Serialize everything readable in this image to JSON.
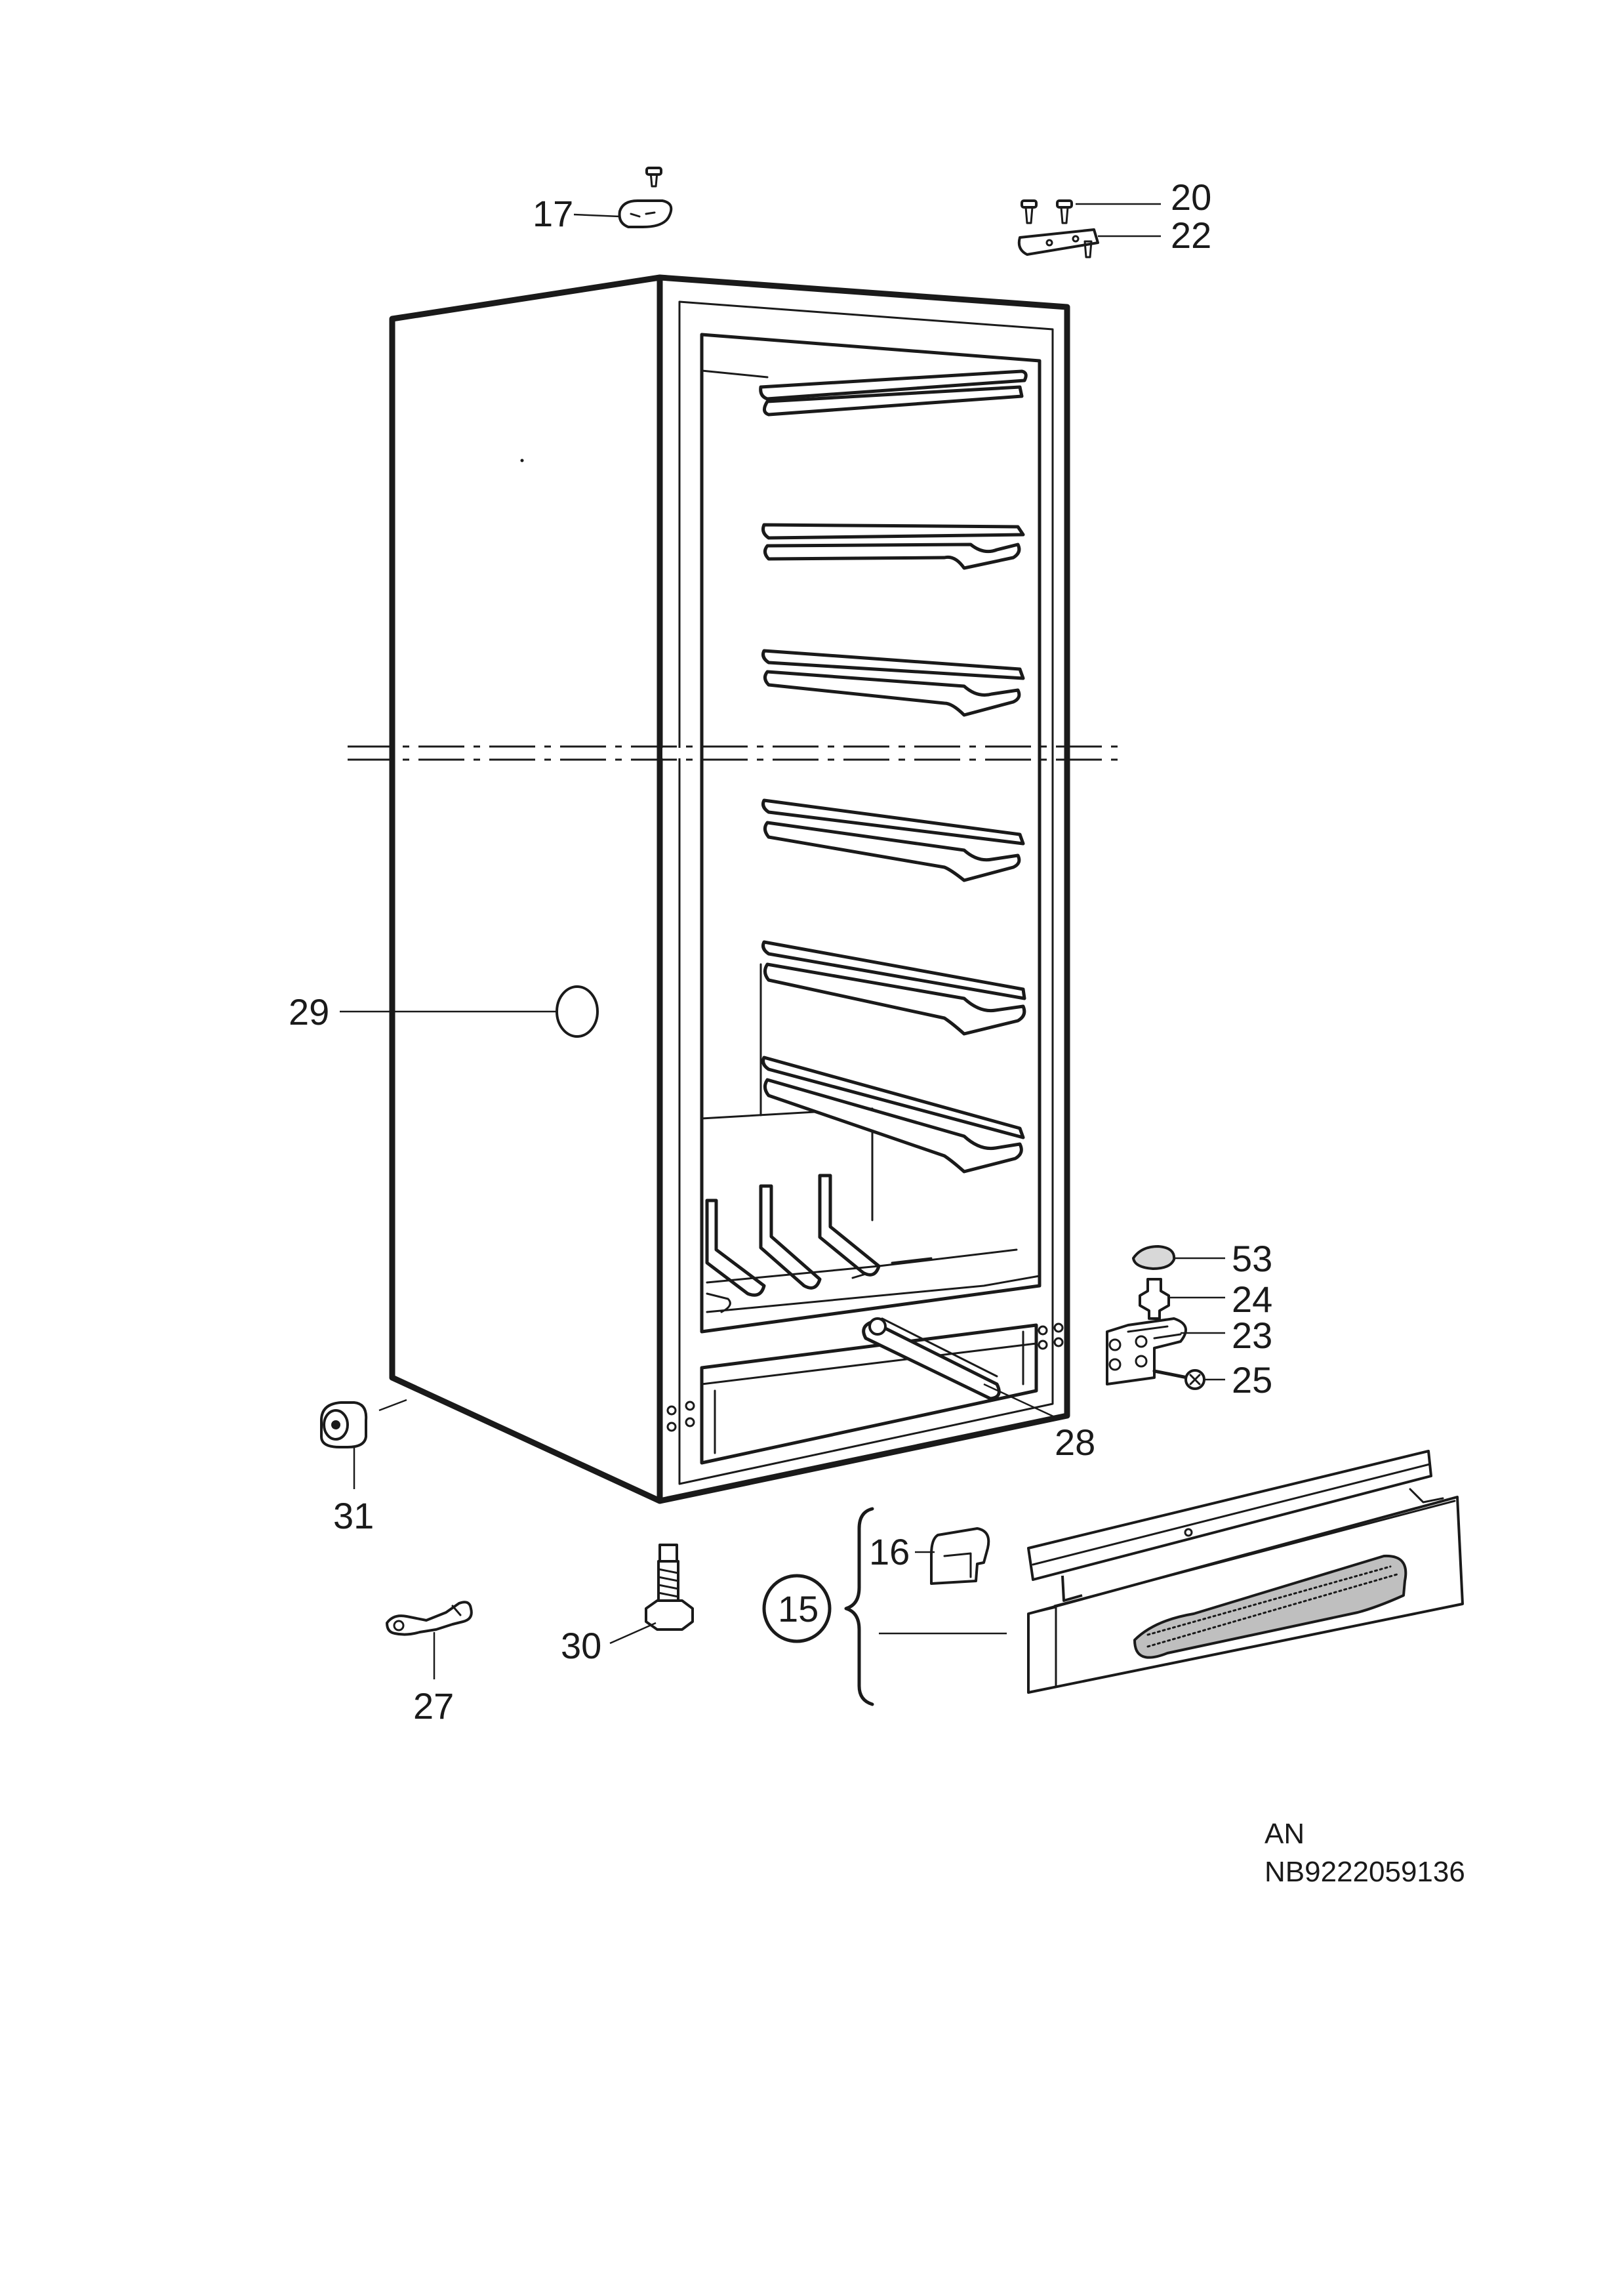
{
  "labels": {
    "l15": "15",
    "l16": "16",
    "l17": "17",
    "l20": "20",
    "l22": "22",
    "l23": "23",
    "l24": "24",
    "l25": "25",
    "l27": "27",
    "l28": "28",
    "l29": "29",
    "l30": "30",
    "l31": "31",
    "l53": "53"
  },
  "reference": {
    "line1": "AN",
    "line2": "NB9222059136"
  }
}
